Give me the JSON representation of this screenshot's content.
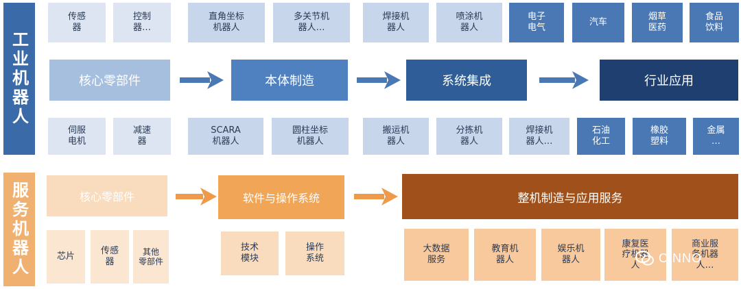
{
  "colors": {
    "industrial_side": "#3b6aa8",
    "industrial_top_light": "#dce5f1",
    "industrial_stage1": "#a6bfdf",
    "industrial_stage2": "#4f80bf",
    "industrial_stage3": "#2f5d98",
    "industrial_stage4": "#1e3f70",
    "industrial_apps": "#4a78b4",
    "industrial_arrow": "#4a78b4",
    "service_side": "#f0b070",
    "service_light": "#fbe6d2",
    "service_stage1": "#f8dcbd",
    "service_stage2": "#f0a656",
    "service_stage3": "#a0501a",
    "service_arrow": "#ef9a4a"
  },
  "industrial": {
    "side_label": "工业机器人",
    "top_components": [
      "传感\n器",
      "控制\n器…"
    ],
    "top_robots": [
      "直角坐标\n机器人",
      "多关节机\n器人…"
    ],
    "top_integration": [
      "焊接机\n器人",
      "喷涂机\n器人"
    ],
    "top_applications": [
      "电子\n电气",
      "汽车",
      "烟草\n医药",
      "食品\n饮料"
    ],
    "stages": [
      "核心零部件",
      "本体制造",
      "系统集成",
      "行业应用"
    ],
    "bottom_components": [
      "伺服\n电机",
      "减速\n器"
    ],
    "bottom_robots": [
      "SCARA\n机器人",
      "圆柱坐标\n机器人"
    ],
    "bottom_integration": [
      "搬运机\n器人",
      "分拣机\n器人",
      "焊接机\n器人…"
    ],
    "bottom_applications": [
      "石油\n化工",
      "橡胶\n塑料",
      "金属\n…"
    ]
  },
  "service": {
    "side_label": "服务机器人",
    "stages": [
      "核心零部件",
      "软件与操作系统",
      "整机制造与应用服务"
    ],
    "components": [
      "芯片",
      "传感\n器",
      "其他\n零部件"
    ],
    "software": [
      "技术\n模块",
      "操作\n系统"
    ],
    "applications": [
      "大数据\n服务",
      "教育机\n器人",
      "娱乐机\n器人",
      "康复医\n疗机器\n人",
      "商业服\n务机器\n人…"
    ]
  },
  "watermark": {
    "text": "CINNO",
    "icon": "wechat-icon"
  }
}
